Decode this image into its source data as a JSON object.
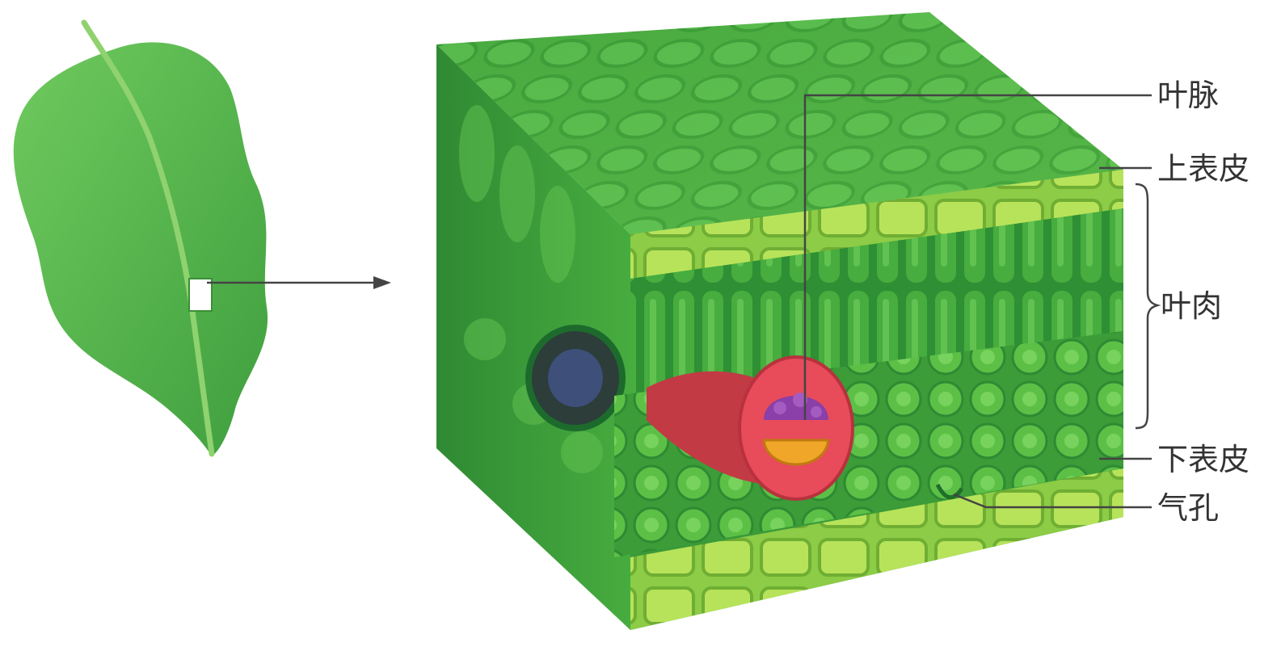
{
  "labels": {
    "vein": "叶脉",
    "upper_epidermis": "上表皮",
    "mesophyll": "叶肉",
    "lower_epidermis": "下表皮",
    "stoma": "气孔"
  },
  "colors": {
    "leaf": "#4fb34a",
    "leaf_light": "#6cc95a",
    "epidermis": "#a8d94a",
    "palisade": "#3aa33c",
    "spongy": "#5cc046",
    "vein_sheath": "#e84b5a",
    "xylem": "#8b3fa8",
    "phloem": "#f0a628",
    "line": "#444444"
  }
}
